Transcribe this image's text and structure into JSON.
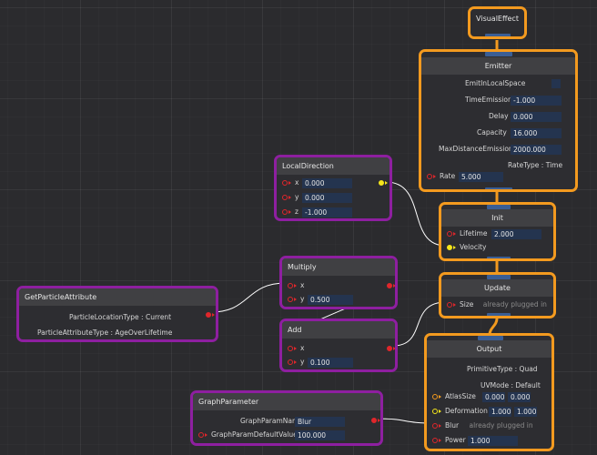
{
  "visual_effect": {
    "title": "VisualEffect"
  },
  "emitter": {
    "title": "Emitter",
    "emit_in_local_space": "EmitInLocalSpace",
    "time_emission": {
      "label": "TimeEmission",
      "value": "-1.000"
    },
    "delay": {
      "label": "Delay",
      "value": "0.000"
    },
    "capacity": {
      "label": "Capacity",
      "value": "16.000"
    },
    "max_distance_emission": {
      "label": "MaxDistanceEmission",
      "value": "2000.000"
    },
    "rate_type": "RateType : Time",
    "rate": {
      "label": "Rate",
      "value": "5.000"
    }
  },
  "local_direction": {
    "title": "LocalDirection",
    "x": {
      "label": "x",
      "value": "0.000"
    },
    "y": {
      "label": "y",
      "value": "0.000"
    },
    "z": {
      "label": "z",
      "value": "-1.000"
    }
  },
  "init": {
    "title": "Init",
    "lifetime": {
      "label": "Lifetime",
      "value": "2.000"
    },
    "velocity": {
      "label": "Velocity"
    }
  },
  "get_particle_attribute": {
    "title": "GetParticleAttribute",
    "location_type": "ParticleLocationType : Current",
    "attribute_type": "ParticleAttributeType : AgeOverLifetime"
  },
  "multiply": {
    "title": "Multiply",
    "x": {
      "label": "x"
    },
    "y": {
      "label": "y",
      "value": "0.500"
    }
  },
  "update": {
    "title": "Update",
    "size": {
      "label": "Size",
      "note": "already plugged in"
    }
  },
  "add": {
    "title": "Add",
    "x": {
      "label": "x"
    },
    "y": {
      "label": "y",
      "value": "0.100"
    }
  },
  "output": {
    "title": "Output",
    "primitive_type": "PrimitiveType : Quad",
    "uv_mode": "UVMode : Default",
    "atlas_size": {
      "label": "AtlasSize",
      "value1": "0.000",
      "value2": "0.000"
    },
    "deformation": {
      "label": "Deformation",
      "value1": "1.000",
      "value2": "1.000"
    },
    "blur": {
      "label": "Blur",
      "note": "already plugged in"
    },
    "power": {
      "label": "Power",
      "value": "1.000"
    }
  },
  "graph_parameter": {
    "title": "GraphParameter",
    "name": {
      "label": "GraphParamName",
      "value": "Blur"
    },
    "default_value": {
      "label": "GraphParamDefaultValue",
      "value": "100.000"
    }
  },
  "colors": {
    "context_border": "#f39a1f",
    "operator_border": "#8e1fa0",
    "field_bg": "#24344f",
    "port_red": "#e0262b",
    "port_yellow": "#f5e61a"
  }
}
